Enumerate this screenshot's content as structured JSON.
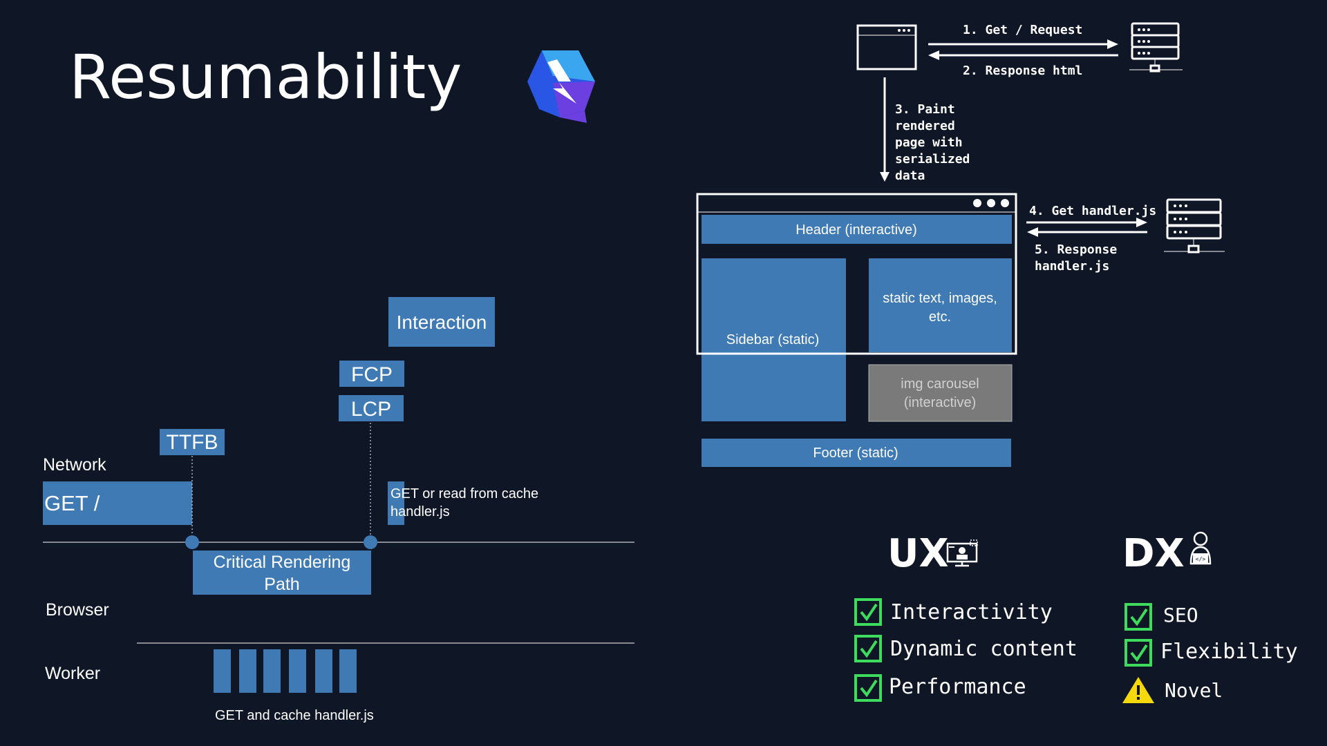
{
  "title": "Resumability",
  "timeline": {
    "network_label": "Network",
    "browser_label": "Browser",
    "worker_label": "Worker",
    "get_label": "GET /",
    "ttfb": "TTFB",
    "lcp": "LCP",
    "fcp": "FCP",
    "interaction": "Interaction",
    "crp_line1": "Critical Rendering",
    "crp_line2": "Path",
    "cache_line1": "GET or read from cache",
    "cache_line2": "handler.js",
    "worker_caption": "GET and cache  handler.js"
  },
  "flow": {
    "step1": "1. Get / Request",
    "step2": "2. Response html",
    "step3": [
      "3. Paint",
      "rendered",
      "page with",
      "serialized",
      "data"
    ],
    "step4": "4. Get handler.js",
    "step5": [
      "5. Response",
      "handler.js"
    ]
  },
  "page": {
    "header": "Header (interactive)",
    "sidebar": "Sidebar (static)",
    "static_line1": "static text, images,",
    "static_line2": "etc.",
    "carousel_line1": "img carousel",
    "carousel_line2": "(interactive)",
    "footer": "Footer (static)"
  },
  "ux": {
    "heading": "UX",
    "items": [
      "Interactivity",
      "Dynamic content",
      "Performance"
    ]
  },
  "dx": {
    "heading": "DX",
    "items": [
      "SEO",
      "Flexibility",
      "Novel"
    ]
  },
  "colors": {
    "background": "#0f1626",
    "box": "#3f7ab4",
    "check": "#3ddc5c",
    "warning": "#f5d90a"
  },
  "icons": [
    "qwik-logo-icon",
    "browser-window-icon",
    "server-icon",
    "ux-monitor-icon",
    "dx-developer-icon",
    "checkbox-icon",
    "warning-icon"
  ]
}
